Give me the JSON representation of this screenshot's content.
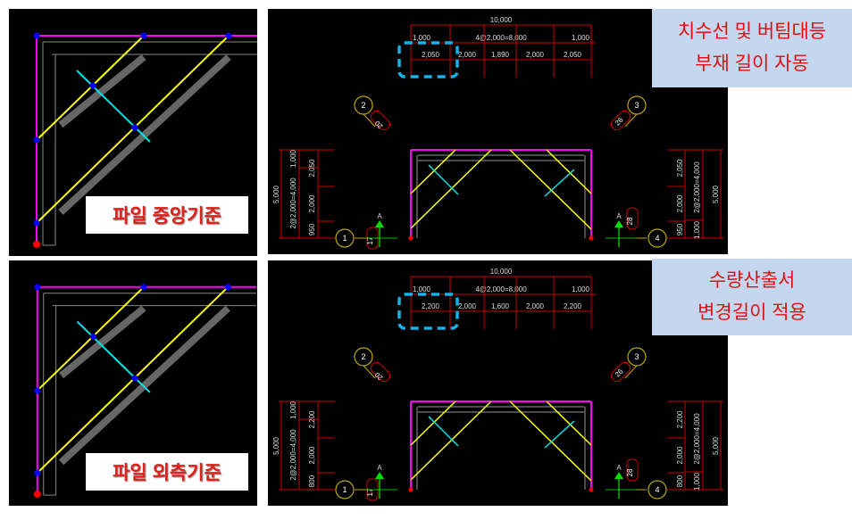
{
  "panels": {
    "top_left_label": "파일 중앙기준",
    "bottom_left_label": "파일 외측기준"
  },
  "notes": {
    "top": {
      "line1": "치수선 및 버팀대등",
      "line2": "부재 길이 자동"
    },
    "bottom": {
      "line1": "수량산출서",
      "line2": "변경길이 적용"
    }
  },
  "drawings": [
    {
      "total": "10,000",
      "end_left": "1,000",
      "middle": "4@2,000=8,000",
      "end_right": "1,000",
      "spans": [
        "2,050",
        "2,000",
        "1,890",
        "2,000",
        "2,050"
      ],
      "left_total": "5,000",
      "left_mid": "2@2,000=4,000",
      "left_top": "1,000",
      "left_parts": [
        "2,050",
        "2,000",
        "950"
      ],
      "right_total": "5,000",
      "right_mid": "2@2,000=4,000",
      "right_bottom": "1,000",
      "right_parts": [
        "2,050",
        "2,000",
        "950"
      ],
      "node_1": "1",
      "node_2": "2",
      "node_3": "3",
      "node_4": "4",
      "tag_17": "17",
      "tag_20": "20",
      "tag_26": "26",
      "tag_28": "28",
      "section_mark": "A"
    },
    {
      "total": "10,000",
      "end_left": "1,000",
      "middle": "4@2,000=8,000",
      "end_right": "1,000",
      "spans": [
        "2,200",
        "2,000",
        "1,600",
        "2,000",
        "2,200"
      ],
      "left_total": "5,000",
      "left_mid": "2@2,000=4,000",
      "left_top": "1,000",
      "left_parts": [
        "2,200",
        "2,000",
        "800"
      ],
      "right_total": "5,000",
      "right_mid": "2@2,000=4,000",
      "right_bottom": "1,000",
      "right_parts": [
        "2,200",
        "2,000",
        "800"
      ],
      "node_1": "1",
      "node_2": "2",
      "node_3": "3",
      "node_4": "4",
      "tag_17": "17",
      "tag_20": "20",
      "tag_26": "26",
      "tag_28": "28",
      "section_mark": "A"
    }
  ],
  "colors": {
    "magenta": "#ff00ff",
    "yellow": "#ffff00",
    "cyan": "#00e5e5",
    "dim_red": "#cc0000",
    "highlight": "#1ab0e8"
  }
}
